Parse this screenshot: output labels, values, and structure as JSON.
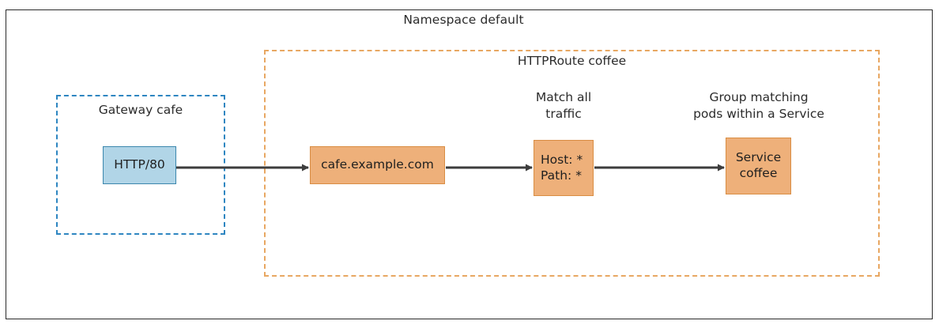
{
  "diagram": {
    "namespace": {
      "title": "Namespace default",
      "border_color": "#2b2b2b"
    },
    "gateway": {
      "title": "Gateway cafe",
      "border_color": "#2e86c1",
      "listener": {
        "label": "HTTP/80",
        "fill": "#b1d5e7",
        "stroke": "#3c87ad"
      }
    },
    "httproute": {
      "title": "HTTPRoute coffee",
      "border_color": "#e8a762",
      "hostname": {
        "label": "cafe.example.com",
        "fill": "#eeb07a",
        "stroke": "#d98d43"
      },
      "match": {
        "annotation_line1": "Match all",
        "annotation_line2": "traffic",
        "line1": "Host: *",
        "line2": "Path: *",
        "fill": "#eeb07a",
        "stroke": "#d98d43"
      },
      "backend": {
        "annotation_line1": "Group matching",
        "annotation_line2": "pods within a Service",
        "line1": "Service",
        "line2": "coffee",
        "fill": "#eeb07a",
        "stroke": "#d98d43"
      }
    },
    "arrows": {
      "color": "#3d3d3d",
      "count": 3
    }
  }
}
